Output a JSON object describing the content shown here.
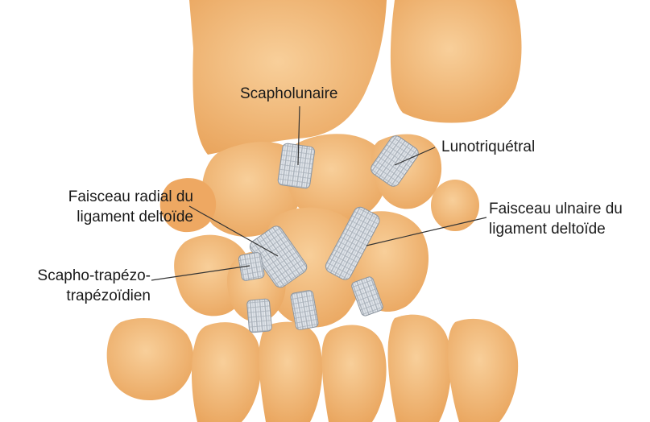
{
  "colors": {
    "bone_light": "#f6c48a",
    "bone_mid": "#eea862",
    "bone_dark": "#d98f45",
    "ligament_light": "#eef1f5",
    "ligament_dark": "#9aa3ad",
    "leader_line": "#333333",
    "text": "#1a1a1a"
  },
  "labels": {
    "scapholunaire": "Scapholunaire",
    "lunotriquetral": "Lunotriquétral",
    "radial_1": "Faisceau radial du",
    "radial_2": "ligament deltoïde",
    "ulnaire_1": "Faisceau ulnaire du",
    "ulnaire_2": "ligament deltoïde",
    "stt_1": "Scapho-trapézo-",
    "stt_2": "trapézoïdien"
  }
}
